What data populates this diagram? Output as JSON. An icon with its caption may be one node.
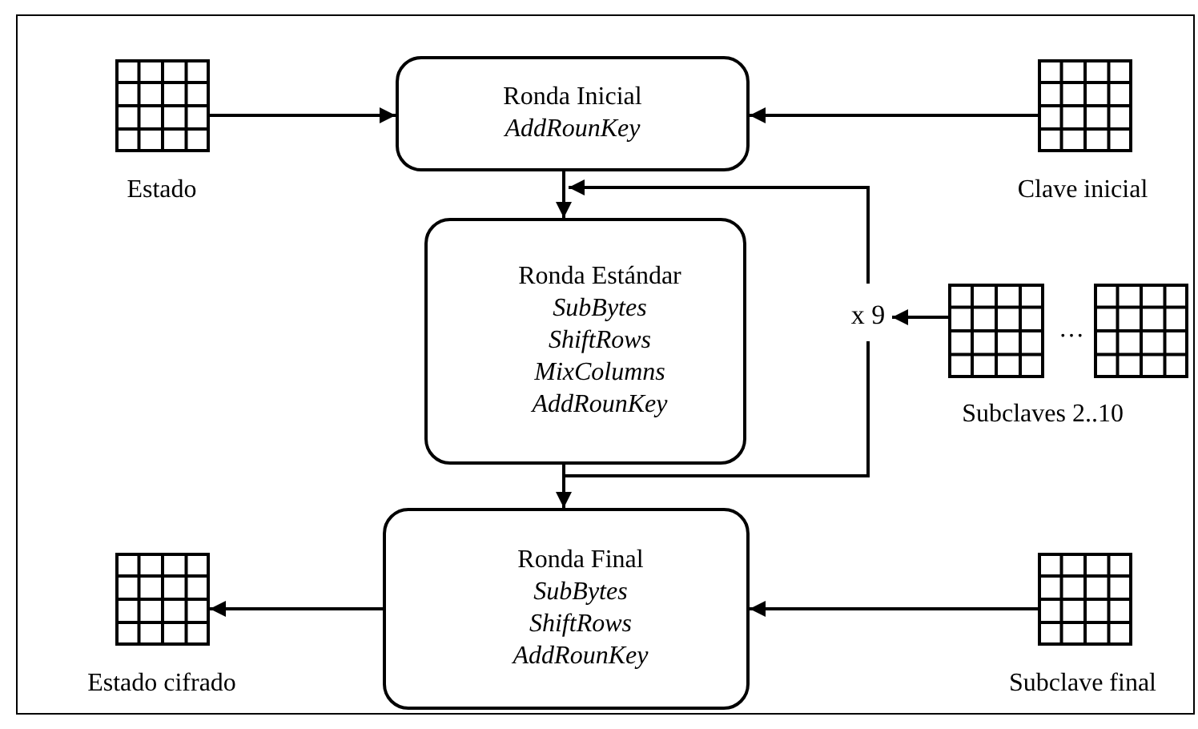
{
  "diagram": {
    "nodes": [
      {
        "text": [],
        "shape": "grid",
        "beside": [
          "Estado"
        ]
      },
      {
        "text": [
          "Ronda Inicial",
          "AddRounKey"
        ]
      },
      {
        "text": [],
        "shape": "grid",
        "beside": [
          "Clave inicial"
        ]
      },
      {
        "text": [
          "Ronda Estándar",
          "SubBytes",
          "ShiftRows",
          "MixColumns",
          "AddRounKey"
        ]
      },
      {
        "text": [
          "x 9"
        ]
      },
      {
        "text": [],
        "shape": "grid"
      },
      {
        "text": [],
        "shape": "grid"
      },
      {
        "text": [
          "Ronda Final",
          "SubBytes",
          "ShiftRows",
          "AddRounKey"
        ]
      },
      {
        "text": [],
        "shape": "grid",
        "beside": [
          "Estado cifrado"
        ]
      },
      {
        "text": [],
        "shape": "grid",
        "beside": [
          "Subclave final"
        ]
      }
    ],
    "edges": [
      {
        "from": 0,
        "to": 1,
        "arrow": "to"
      },
      {
        "from": 2,
        "to": 1,
        "arrow": "to"
      },
      {
        "from": 1,
        "to": 3,
        "arrow": "to"
      },
      {
        "from": 3,
        "to": 7,
        "arrow": "to"
      },
      {
        "from": 3,
        "to": 4,
        "arrow": "none"
      },
      {
        "from": 4,
        "to": 3,
        "arrow": "to"
      },
      {
        "from": 5,
        "to": 4,
        "arrow": "to"
      },
      {
        "from": 7,
        "to": 8,
        "arrow": "to"
      },
      {
        "from": 9,
        "to": 7,
        "arrow": "to"
      }
    ],
    "labels": [
      "…",
      "Subclaves 2..10"
    ]
  }
}
